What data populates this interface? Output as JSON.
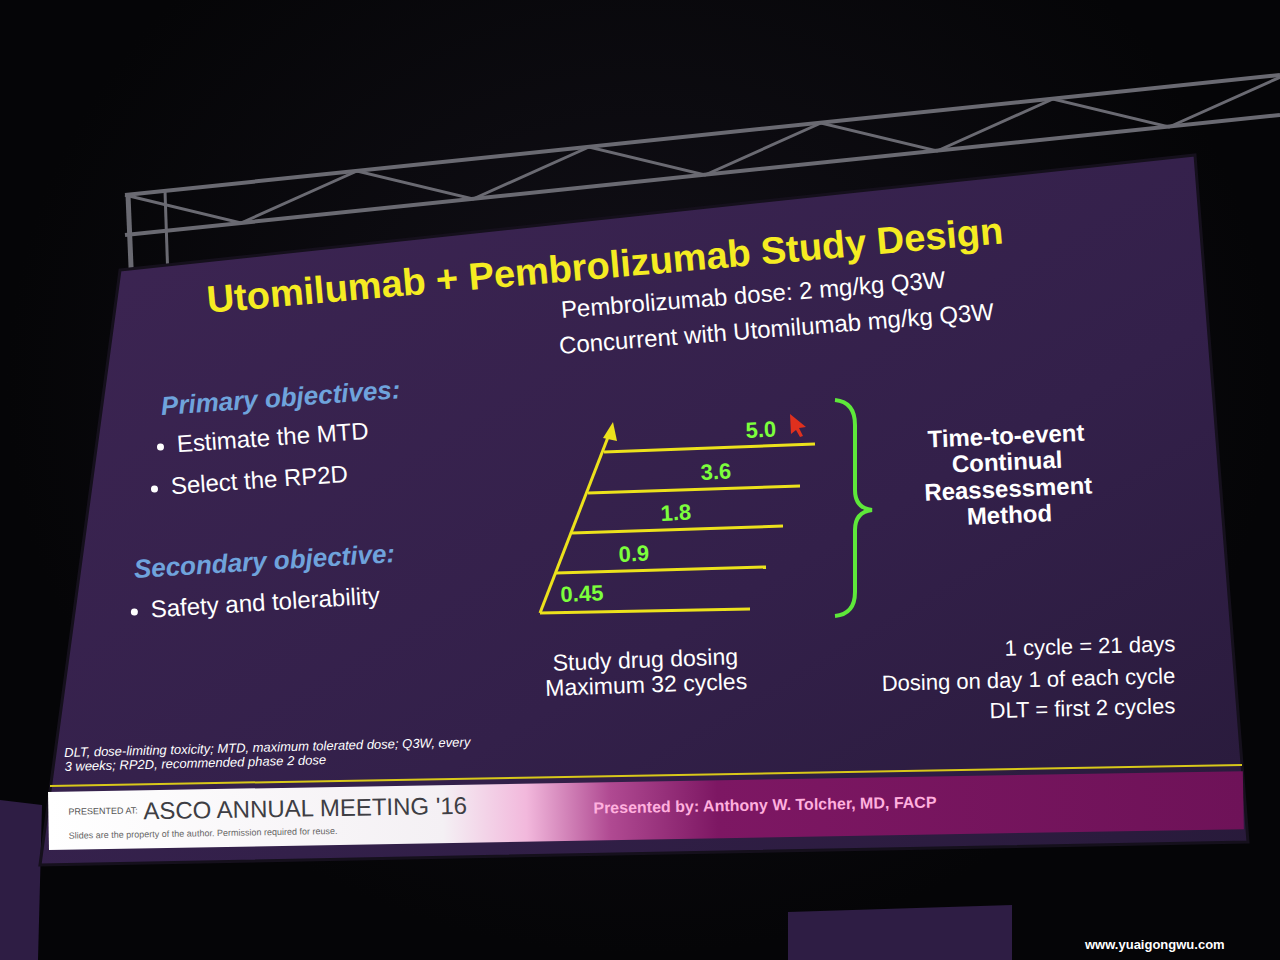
{
  "diagram": {
    "title": "Utomilumab + Pembrolizumab Study Design",
    "nodes": [
      {
        "text": [
          "PRESENTED AT:",
          "ASCO ANNUAL MEETING '16",
          "Slides are the property of the author. Permission required for reuse.",
          "Presented by: Anthony W. Tolcher, MD, FACP"
        ]
      }
    ],
    "labels": [
      "Primary objectives:",
      "Estimate the MTD",
      "Select the RP2D",
      "Secondary objective:",
      "Safety and tolerability",
      "Pembrolizumab dose: 2 mg/kg Q3W",
      "Concurrent with Utomilumab mg/kg Q3W",
      "5.0",
      "3.6",
      "1.8",
      "0.9",
      "0.45",
      "Time-to-event Continual Reassessment Method",
      "Study drug dosing Maximum 32 cycles",
      "1 cycle = 21 days",
      "Dosing on day 1 of each cycle",
      "DLT = first 2 cycles",
      "DLT, dose-limiting toxicity; MTD, maximum tolerated dose; Q3W, every 3 weeks; RP2D, recommended phase 2 dose",
      "www.yuaigongwu.com"
    ]
  }
}
